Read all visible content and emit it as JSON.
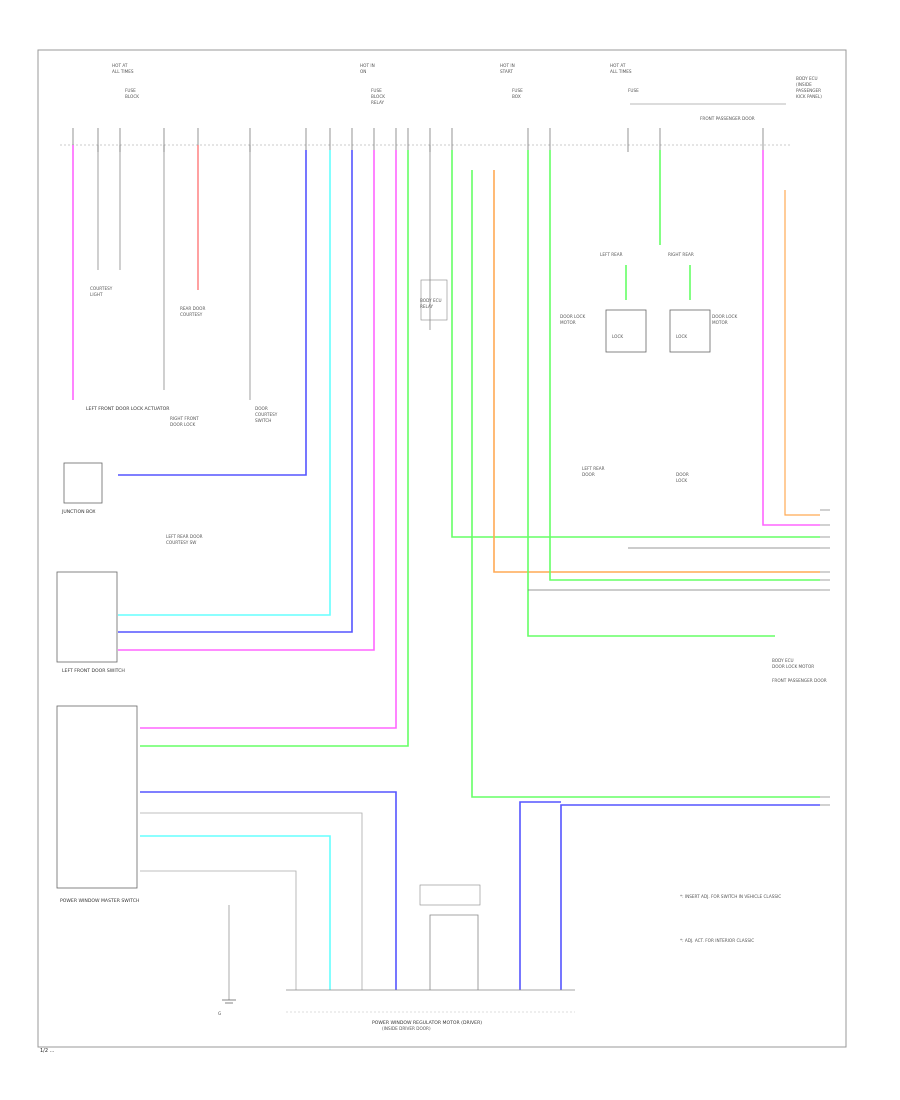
{
  "diagram": {
    "footer_code": "1/2 ...",
    "notes": [
      "*: INSERT ADJ. FOR SWITCH IN VEHICLE CLASSIC",
      "*: ADJ. ACT. FOR INTERIOR CLASSIC"
    ],
    "bottom_component": "POWER WINDOW REGULATOR MOTOR (DRIVER)",
    "bottom_component_2": "(INSIDE DRIVER DOOR)",
    "left_components": [
      "JUNCTION BOX",
      "LEFT FRONT DOOR SWITCH",
      "POWER WINDOW MASTER SWITCH",
      "LEFT FRONT DOOR LOCK ACTUATOR"
    ],
    "top_labels": [
      "HOT AT ALL TIMES",
      "HOT IN ON",
      "HOT IN START",
      "HOT AT ALL TIMES"
    ],
    "right_labels": [
      "BODY ECU",
      "DOOR LOCK MOTOR",
      "FRONT PASSENGER DOOR"
    ],
    "wire_colors": {
      "pink": "#ff66ff",
      "blue": "#5555ff",
      "cyan": "#66ffff",
      "green": "#66ff66",
      "orange": "#ffaa55",
      "red": "#ff4444",
      "gray": "#888888"
    }
  }
}
